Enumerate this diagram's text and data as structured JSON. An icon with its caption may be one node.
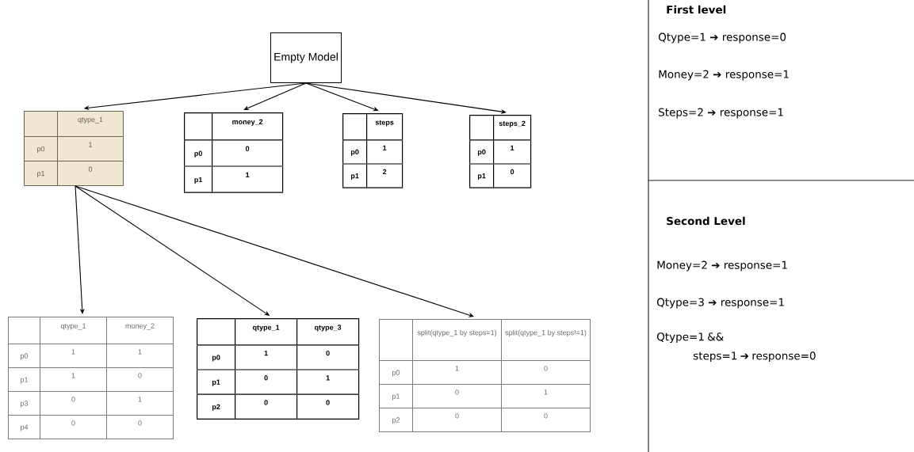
{
  "diagram": {
    "nodes": [
      {
        "text": [
          "Empty Model"
        ]
      },
      {
        "text": [
          "qtype_1",
          "p0",
          "1",
          "p1",
          "0"
        ]
      },
      {
        "text": [
          "money_2",
          "p0",
          "0",
          "p1",
          "1"
        ]
      },
      {
        "text": [
          "steps",
          "p0",
          "1",
          "p1",
          "2"
        ]
      },
      {
        "text": [
          "steps_2",
          "p0",
          "1",
          "p1",
          "0"
        ]
      },
      {
        "text": [
          "qtype_1",
          "money_2",
          "p0",
          "1",
          "1",
          "p1",
          "1",
          "0",
          "p3",
          "0",
          "1",
          "p4",
          "0",
          "0"
        ]
      },
      {
        "text": [
          "qtype_1",
          "qtype_3",
          "p0",
          "1",
          "0",
          "p1",
          "0",
          "1",
          "p2",
          "0",
          "0"
        ]
      },
      {
        "text": [
          "split(qtype_1 by steps=1)",
          "split(qtype_1 by steps!=1)",
          "p0",
          "1",
          "0",
          "p1",
          "0",
          "1",
          "p2",
          "0",
          "0"
        ]
      }
    ],
    "edges": [
      {
        "from": 0,
        "to": 1,
        "arrow": "to"
      },
      {
        "from": 0,
        "to": 2,
        "arrow": "to"
      },
      {
        "from": 0,
        "to": 3,
        "arrow": "to"
      },
      {
        "from": 0,
        "to": 4,
        "arrow": "to"
      },
      {
        "from": 1,
        "to": 5,
        "arrow": "to"
      },
      {
        "from": 1,
        "to": 6,
        "arrow": "to"
      },
      {
        "from": 1,
        "to": 7,
        "arrow": "to"
      }
    ],
    "labels": [
      "First level",
      "Qtype=1 ➔ response=0",
      "Money=2 ➔ response=1",
      "Steps=2 ➔ response=1",
      "Second Level",
      "Money=2 ➔ response=1",
      "Qtype=3 ➔ response=1",
      "Qtype=1 && steps=1 ➔ response=0"
    ]
  }
}
